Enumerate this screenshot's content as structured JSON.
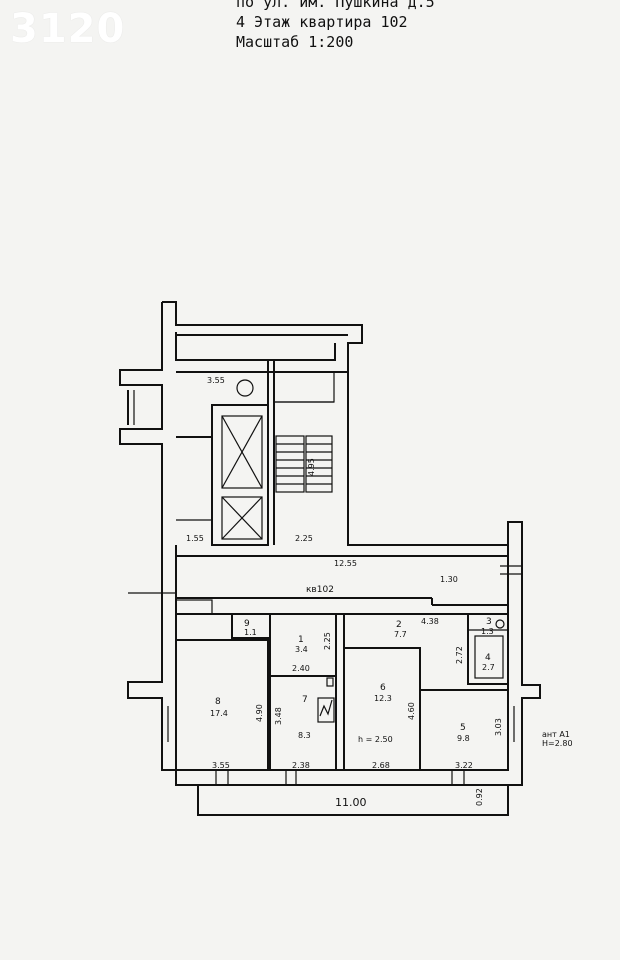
{
  "watermark_id": "3120",
  "header": {
    "line1": "по ул. им. Пушкина д.5",
    "line2": "4 Этаж квартира 102",
    "line3": "Масштаб 1:200"
  },
  "apartment_label": "кв102",
  "height_note": "h = 2.50",
  "side_note": {
    "line1": "ант А1",
    "line2": "Н=2.80"
  },
  "rooms": [
    {
      "num": "1",
      "area": "3.4"
    },
    {
      "num": "2",
      "area": "7.7"
    },
    {
      "num": "3",
      "area": "1.3"
    },
    {
      "num": "4",
      "area": "2.7"
    },
    {
      "num": "5",
      "area": "9.8"
    },
    {
      "num": "6",
      "area": "12.3"
    },
    {
      "num": "7",
      "area": "8.3"
    },
    {
      "num": "8",
      "area": "17.4"
    },
    {
      "num": "9",
      "area": "1.1"
    }
  ],
  "dimensions": {
    "stair_top": "3.55",
    "stair_side": "4.95",
    "left_bottom": "1.55",
    "mid_bottom": "2.25",
    "corridor": "12.55",
    "corridor_right": "1.30",
    "room2_width": "4.38",
    "room1_height": "2.25",
    "room1_width": "2.40",
    "room8_height": "4.90",
    "room7_height": "3.48",
    "room6_height": "4.60",
    "room4_height": "2.72",
    "room5_height": "3.03",
    "bottom_1": "3.55",
    "bottom_2": "2.38",
    "bottom_3": "2.68",
    "bottom_4": "3.22",
    "total_width": "11.00",
    "balcony_depth": "0.92"
  }
}
